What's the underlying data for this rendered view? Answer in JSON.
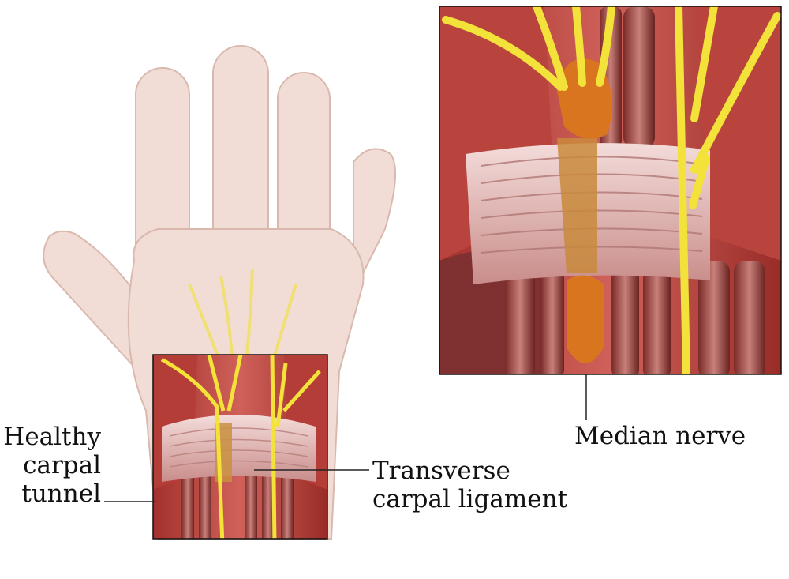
{
  "labels": {
    "healthy_carpal_tunnel": [
      "Healthy",
      "carpal",
      "tunnel"
    ],
    "transverse_carpal_ligament": [
      "Transverse",
      "carpal ligament"
    ],
    "median_nerve": "Median nerve"
  },
  "colors": {
    "skin": "#f2ddd6",
    "skin_outline": "#d9b9ae",
    "muscle": "#c0443c",
    "muscle_dark": "#8f2a28",
    "ligament": "#e7c3c0",
    "nerve": "#f2e23a",
    "tendon_orange": "#d9741f"
  }
}
